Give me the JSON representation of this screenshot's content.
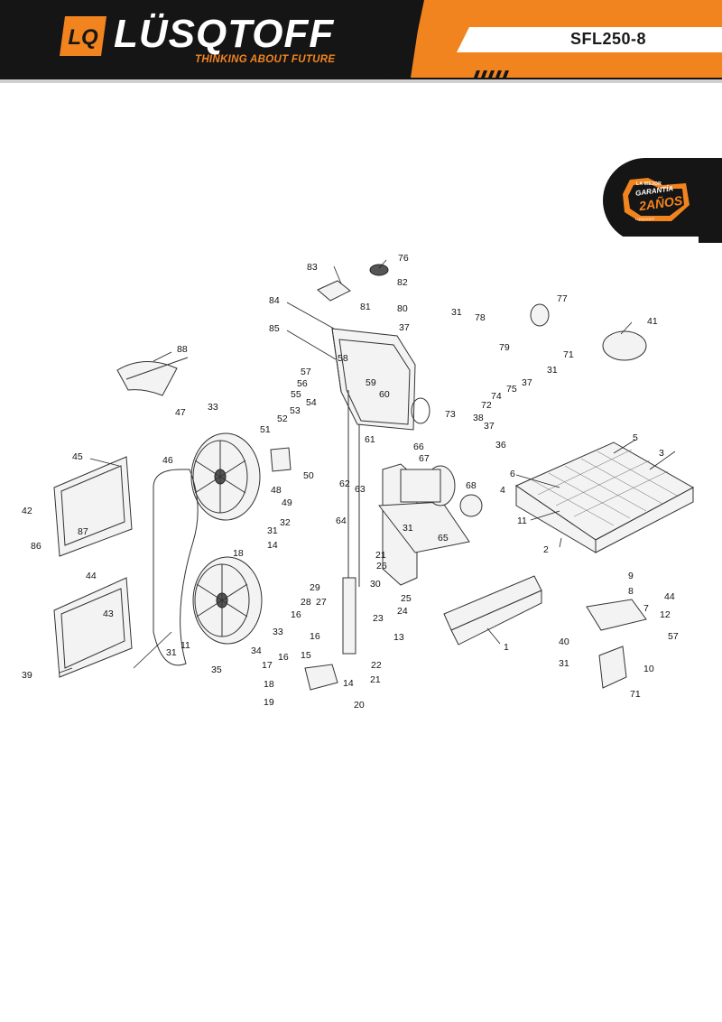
{
  "header": {
    "logo_icon_text": "LQ",
    "brand": "LÜSQTOFF",
    "tagline": "THINKING ABOUT FUTURE",
    "model": "SFL250-8"
  },
  "badge": {
    "small_text": "LA MEJOR",
    "title": "GARANTÍA",
    "main": "2AÑOS",
    "brand": "LÜSQTOFF"
  },
  "colors": {
    "accent": "#f2841f",
    "header_dark": "#151515",
    "stripe_light": "#ffffff"
  },
  "diagram": {
    "callouts": {
      "c1": "1",
      "c2": "2",
      "c3": "3",
      "c4": "4",
      "c5": "5",
      "c6": "6",
      "c7": "7",
      "c8": "8",
      "c9": "9",
      "c10": "10",
      "c11a": "11",
      "c11b": "11",
      "c12": "12",
      "c13": "13",
      "c14a": "14",
      "c14b": "14",
      "c15": "15",
      "c16a": "16",
      "c16b": "16",
      "c16c": "16",
      "c17": "17",
      "c18a": "18",
      "c18b": "18",
      "c19": "19",
      "c20": "20",
      "c21a": "21",
      "c21b": "21",
      "c22": "22",
      "c23": "23",
      "c24": "24",
      "c25": "25",
      "c26": "26",
      "c27": "27",
      "c28": "28",
      "c29": "29",
      "c30": "30",
      "c31a": "31",
      "c31b": "31",
      "c31c": "31",
      "c31d": "31",
      "c31e": "31",
      "c31f": "31",
      "c32": "32",
      "c33a": "33",
      "c33b": "33",
      "c34": "34",
      "c35": "35",
      "c36": "36",
      "c37a": "37",
      "c37b": "37",
      "c37c": "37",
      "c38": "38",
      "c39": "39",
      "c40": "40",
      "c41": "41",
      "c42": "42",
      "c43": "43",
      "c44a": "44",
      "c44b": "44",
      "c45": "45",
      "c46": "46",
      "c47": "47",
      "c48": "48",
      "c49": "49",
      "c50": "50",
      "c51": "51",
      "c52": "52",
      "c53": "53",
      "c54": "54",
      "c55": "55",
      "c56": "56",
      "c57a": "57",
      "c57b": "57",
      "c58": "58",
      "c59": "59",
      "c60": "60",
      "c61": "61",
      "c62": "62",
      "c63": "63",
      "c64": "64",
      "c65": "65",
      "c66": "66",
      "c67": "67",
      "c68": "68",
      "c71a": "71",
      "c71b": "71",
      "c72": "72",
      "c73": "73",
      "c74": "74",
      "c75": "75",
      "c76": "76",
      "c77": "77",
      "c78": "78",
      "c79": "79",
      "c80": "80",
      "c81": "81",
      "c82": "82",
      "c83": "83",
      "c84": "84",
      "c85": "85",
      "c86": "86",
      "c87": "87",
      "c88": "88"
    }
  }
}
